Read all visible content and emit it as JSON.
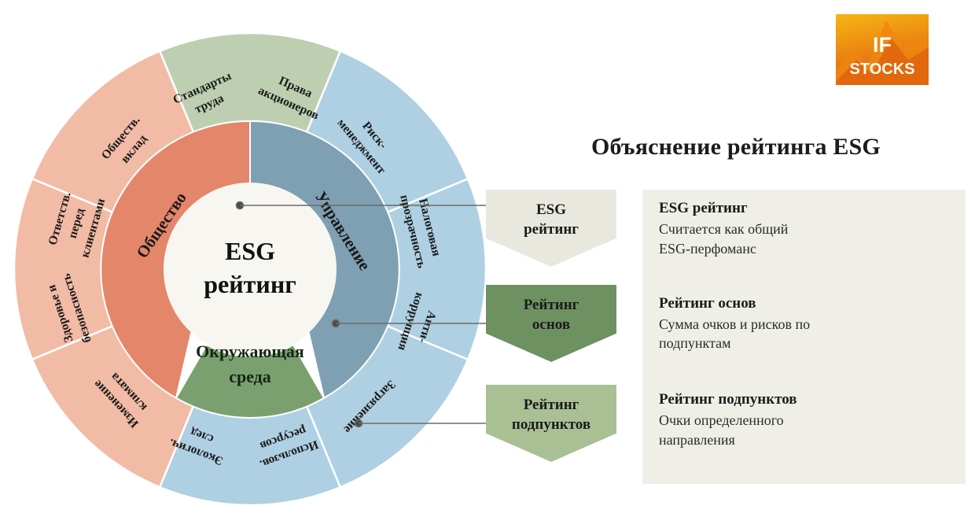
{
  "logo": {
    "line1": "IF",
    "line2": "STOCKS",
    "bg_from": "#F5B417",
    "bg_to": "#E4610E",
    "accent": "#F08A12"
  },
  "title": "Объяснение рейтинга ESG",
  "donut": {
    "center": {
      "line1": "ESG",
      "line2": "рейтинг"
    },
    "inner_ring": [
      {
        "label": "Общество",
        "color": "#E4866A"
      },
      {
        "label": "Управление",
        "color": "#7FA0B3"
      },
      {
        "label": "Окружающая среда",
        "color": "#7BA070"
      }
    ],
    "outer_ring": [
      {
        "label": "Стандарты труда",
        "group": "Общество",
        "color": "#F2BBA6"
      },
      {
        "label": "Обществ. вклад",
        "group": "Общество",
        "color": "#F2BBA6"
      },
      {
        "label": "Ответств. перед клиентами",
        "group": "Общество",
        "color": "#F2BBA6"
      },
      {
        "label": "Здоровье и безопасность",
        "group": "Общество",
        "color": "#F2BBA6"
      },
      {
        "label": "Изменение климата",
        "group": "Окружающая среда",
        "color": "#BDCFB0"
      },
      {
        "label": "Экологич. след",
        "group": "Окружающая среда",
        "color": "#BDCFB0"
      },
      {
        "label": "Использов. ресурсов",
        "group": "Окружающая среда",
        "color": "#BDCFB0"
      },
      {
        "label": "Загрязнение",
        "group": "Окружающая среда",
        "color": "#BDCFB0"
      },
      {
        "label": "Анти-коррупция",
        "group": "Управление",
        "color": "#AED0E2"
      },
      {
        "label": "Налоговая прозрачность",
        "group": "Управление",
        "color": "#AED0E2"
      },
      {
        "label": "Риск-менеджмент",
        "group": "Управление",
        "color": "#AED0E2"
      },
      {
        "label": "Права акционеров",
        "group": "Управление",
        "color": "#AED0E2"
      }
    ]
  },
  "arrows": [
    {
      "line1": "ESG",
      "line2": "рейтинг",
      "color": "#E8E8DF"
    },
    {
      "line1": "Рейтинг",
      "line2": "основ",
      "color": "#6E9161"
    },
    {
      "line1": "Рейтинг",
      "line2": "подпунктов",
      "color": "#A9C095"
    }
  ],
  "legend": [
    {
      "heading": "ESG рейтинг",
      "body": "Считается как общий\nESG-перфоманс"
    },
    {
      "heading": "Рейтинг основ",
      "body": "Сумма очков и рисков по\nподпунктам"
    },
    {
      "heading": "Рейтинг подпунктов",
      "body": "Очки определенного\nнаправления"
    }
  ]
}
